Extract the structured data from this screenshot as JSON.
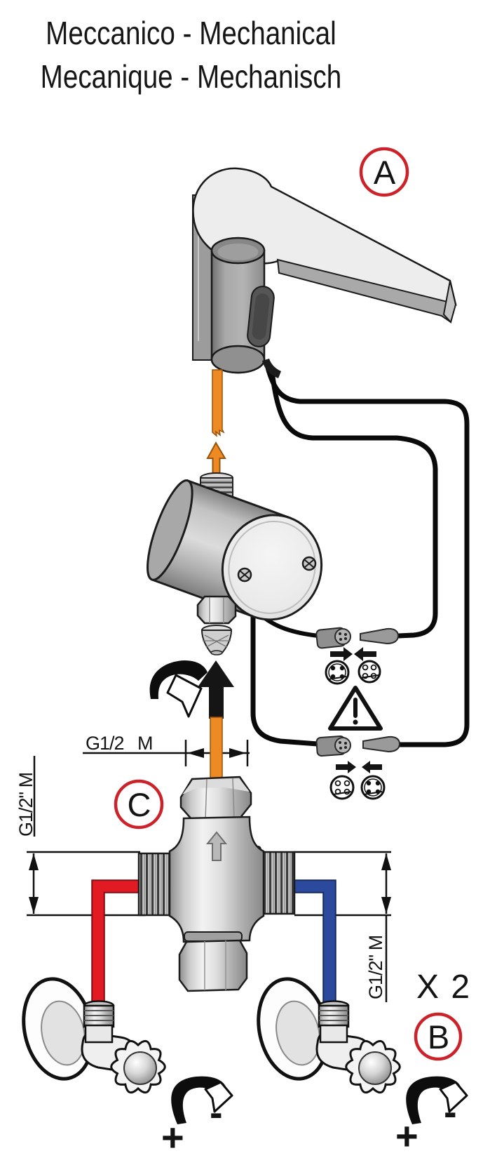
{
  "title": {
    "line1": "Meccanico - Mechanical",
    "line2": "Mecanique - Mechanisch"
  },
  "callouts": {
    "faucet": "A",
    "angle_valve": "B",
    "mixer_valve": "C"
  },
  "quantity_note": "X 2",
  "dimensions": {
    "top_port_thread": "G1/2",
    "top_port_gender": "M",
    "left_port": "G1/2\" M",
    "right_port": "G1/2\" M"
  },
  "adjust": {
    "plus": "+",
    "minus": "-"
  },
  "colors": {
    "accent_orange": "#EE8A24",
    "hot_red": "#E11A24",
    "cold_blue": "#2B4A9E",
    "callout_red": "#CC2229",
    "line_black": "#111111"
  }
}
